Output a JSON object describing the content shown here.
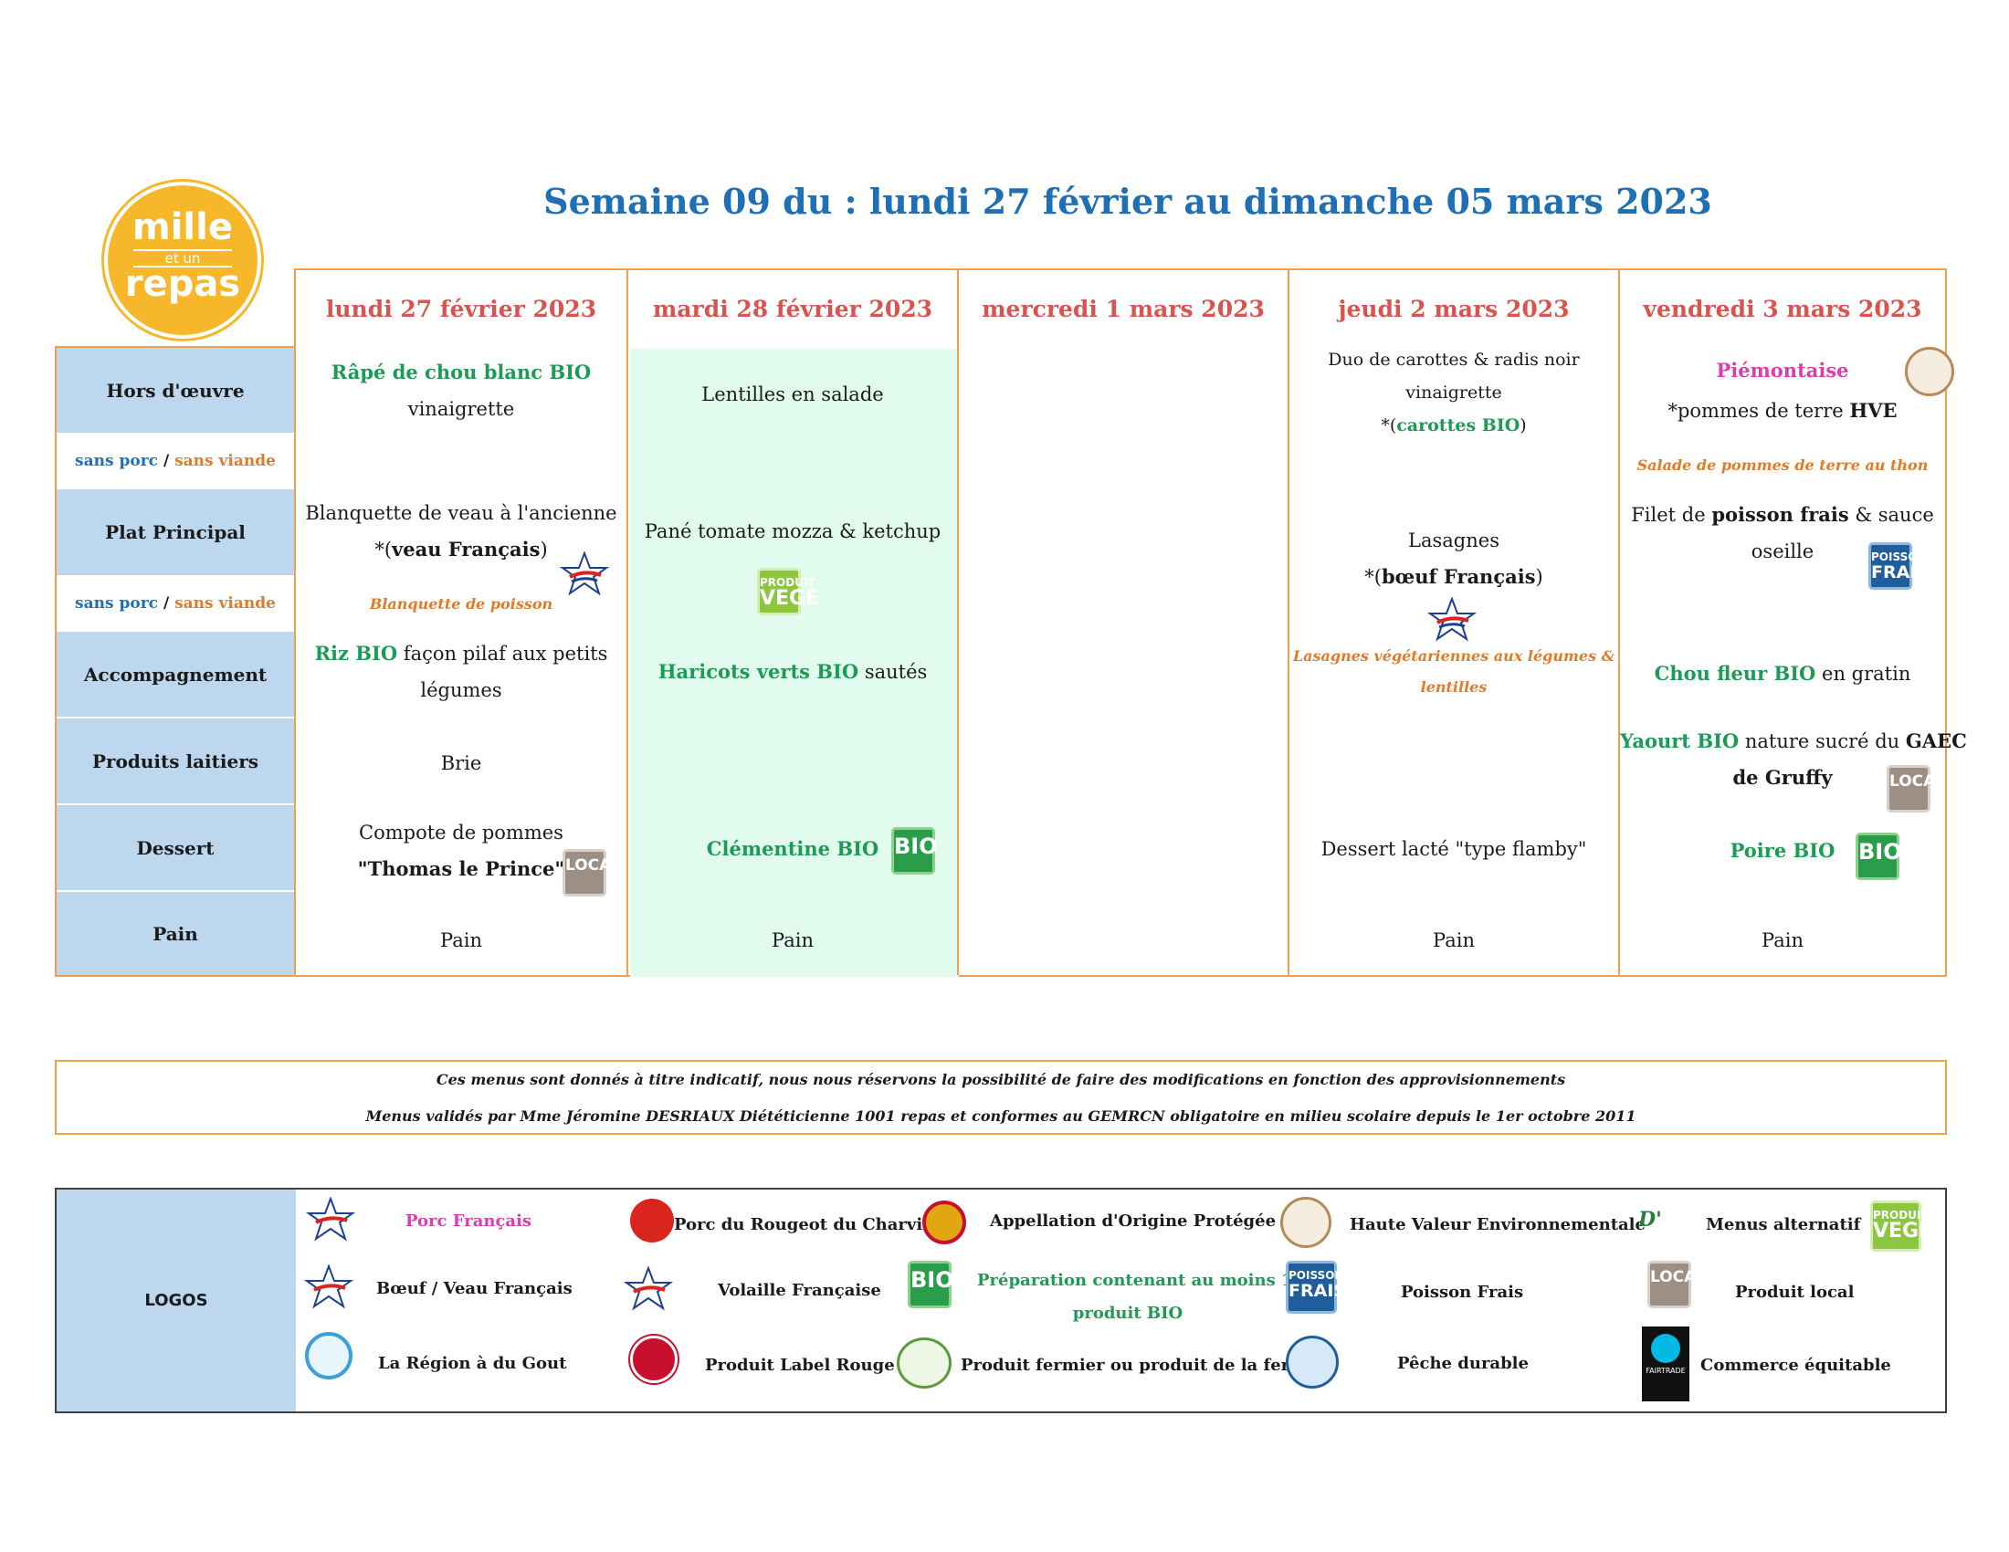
{
  "brand": {
    "line1": "mille",
    "line2": "et un",
    "line3": "repas"
  },
  "title": "Semaine 09 du : lundi 27 février au dimanche 05 mars 2023",
  "days": [
    "lundi 27 février 2023",
    "mardi 28 février 2023",
    "mercredi 1 mars 2023",
    "jeudi 2 mars 2023",
    "vendredi 3 mars 2023"
  ],
  "rows": {
    "hors_oeuvre": "Hors d'œuvre",
    "sans_porc": "sans porc",
    "slash": "/",
    "sans_viande": "sans viande",
    "plat_principal": "Plat Principal",
    "accompagnement": "Accompagnement",
    "produits_laitiers": "Produits laitiers",
    "dessert": "Dessert",
    "pain": "Pain"
  },
  "monday": {
    "ho_1": "Râpé de chou blanc BIO",
    "ho_2": "vinaigrette",
    "plat_1": "Blanquette de veau à l'ancienne",
    "plat_2a": "*(",
    "plat_2b": "veau Français",
    "plat_2c": ")",
    "alt": "Blanquette de poisson",
    "acc_1a": "Riz BIO",
    "acc_1b": " façon pilaf aux petits",
    "acc_2": "légumes",
    "lait": "Brie",
    "dessert_1": "Compote de pommes",
    "dessert_2": "\"Thomas le Prince\"",
    "pain": "Pain"
  },
  "tuesday": {
    "ho": "Lentilles en salade",
    "plat": "Pané tomate mozza & ketchup",
    "acc_1": "Haricots verts BIO",
    "acc_2": " sautés",
    "dessert": "Clémentine BIO",
    "pain": "Pain"
  },
  "thursday": {
    "ho_1": "Duo de carottes & radis noir",
    "ho_2": "vinaigrette",
    "ho_3a": "*(",
    "ho_3b": "carottes BIO",
    "ho_3c": ")",
    "plat_1": "Lasagnes",
    "plat_2a": "*(",
    "plat_2b": "bœuf Français",
    "plat_2c": ")",
    "alt_1": "Lasagnes végétariennes aux légumes &",
    "alt_2": "lentilles",
    "dessert": "Dessert lacté \"type flamby\"",
    "pain": "Pain"
  },
  "friday": {
    "ho_1": "Piémontaise",
    "ho_2a": "*pommes de terre ",
    "ho_2b": "HVE",
    "alt": "Salade de pommes de terre au thon",
    "plat_1a": "Filet de ",
    "plat_1b": "poisson frais",
    "plat_1c": " & sauce",
    "plat_2": "oseille",
    "acc_1": "Chou fleur BIO",
    "acc_2": " en gratin",
    "lait_1a": "Yaourt BIO",
    "lait_1b": " nature sucré du ",
    "lait_1c": "GAEC",
    "lait_2": "de Gruffy",
    "dessert": "Poire BIO",
    "pain": "Pain"
  },
  "badges": {
    "bio": "BIO",
    "local": "LOCAL",
    "produit": "PRODUIT",
    "vege": "VEGE",
    "poisson": "POISSON",
    "frais": "FRAIS"
  },
  "disclaimer": {
    "line1": "Ces menus sont donnés à titre indicatif, nous nous réservons la possibilité de faire des modifications en fonction des approvisionnements",
    "line2": "Menus validés par Mme Jéromine DESRIAUX Diététicienne 1001 repas et conformes au GEMRCN obligatoire en milieu scolaire depuis le 1er octobre 2011"
  },
  "legend": {
    "label": "LOGOS",
    "porc_francais": "Porc Français",
    "boeuf_veau": "Bœuf / Veau Français",
    "region_gout": "La Région à du Gout",
    "rougeot": "Porc du Rougeot du Charvin",
    "volaille": "Volaille Française",
    "label_rouge": "Produit Label Rouge",
    "aop": "Appellation d'Origine Protégée",
    "prep_bio_1": "Préparation contenant au moins 1",
    "prep_bio_2": "produit BIO",
    "fermier": "Produit fermier ou produit de la ferme",
    "hve": "Haute Valeur Environnementale",
    "poisson_frais": "Poisson Frais",
    "peche": "Pêche durable",
    "alternatif": "Menus alternatif",
    "local": "Produit local",
    "equitable": "Commerce équitable",
    "fairtrade": "FAIRTRADE"
  },
  "colors": {
    "title_blue": "#1f6fb4",
    "day_red": "#d9544f",
    "bio_green": "#1c9b55",
    "alt_orange": "#e07b28",
    "row_blue": "#bdd7ee",
    "border_orange": "#f0a04b",
    "vege_bg": "#e1fbee",
    "magenta": "#d63fb0"
  }
}
